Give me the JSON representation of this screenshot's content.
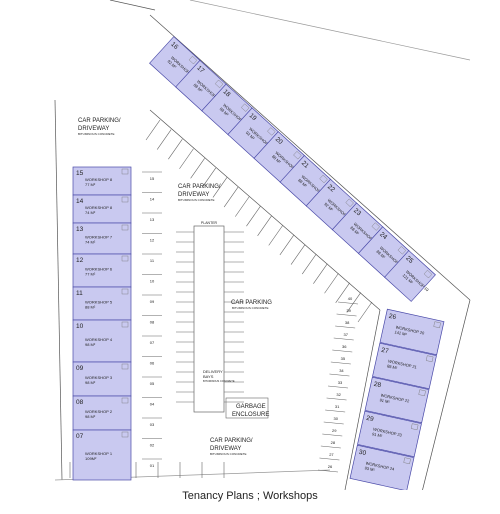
{
  "caption": "Tenancy Plans ; Workshops",
  "colors": {
    "unit_fill": "#c9c9f0",
    "unit_stroke": "#4a4aa8",
    "line": "#555555",
    "text": "#222222"
  },
  "zones": [
    {
      "id": "cp-left",
      "title": "CAR PARKING/",
      "title2": "DRIVEWAY",
      "sub": "BITUMINOUS CONCRETE"
    },
    {
      "id": "cp-mid",
      "title": "CAR PARKING/",
      "title2": "DRIVEWAY",
      "sub": "BITUMINOUS CONCRETE"
    },
    {
      "id": "cp-center",
      "title": "CAR PARKING",
      "title2": "",
      "sub": "BITUMINOUS CONCRETE"
    },
    {
      "id": "delivery",
      "title": "DELIVERY",
      "title2": "BAYS",
      "sub": "BITUMINOUS CONCRETE"
    },
    {
      "id": "garbage",
      "title": "GARBAGE",
      "title2": "ENCLOSURE",
      "sub": ""
    },
    {
      "id": "cp-bottom",
      "title": "CAR PARKING/",
      "title2": "DRIVEWAY",
      "sub": "BITUMINOUS CONCRETE"
    }
  ],
  "planter": "PLANTER",
  "units_left": [
    {
      "num": "15",
      "name": "WORKSHOP 8",
      "area": "77 M²"
    },
    {
      "num": "14",
      "name": "WORKSHOP 8",
      "area": "74 M²"
    },
    {
      "num": "13",
      "name": "WORKSHOP 7",
      "area": "74 M²"
    },
    {
      "num": "12",
      "name": "WORKSHOP 6",
      "area": "77 M²"
    },
    {
      "num": "11",
      "name": "WORKSHOP 5",
      "area": "88 M²"
    },
    {
      "num": "10",
      "name": "WORKSHOP 4",
      "area": "98 M²"
    },
    {
      "num": "09",
      "name": "WORKSHOP 3",
      "area": "98 M²"
    },
    {
      "num": "08",
      "name": "WORKSHOP 2",
      "area": "98 M²"
    },
    {
      "num": "07",
      "name": "WORKSHOP 1",
      "area": "109M²"
    }
  ],
  "units_top": [
    {
      "num": "16",
      "name": "WORKSHOP 10",
      "area": "92 M²"
    },
    {
      "num": "17",
      "name": "WORKSHOP 11",
      "area": "88 M²"
    },
    {
      "num": "18",
      "name": "WORKSHOP 12",
      "area": "88 M²"
    },
    {
      "num": "19",
      "name": "WORKSHOP 13",
      "area": "92 M²"
    },
    {
      "num": "20",
      "name": "WORKSHOP 14",
      "area": "88 M²"
    },
    {
      "num": "21",
      "name": "WORKSHOP 15",
      "area": "88 M²"
    },
    {
      "num": "22",
      "name": "WORKSHOP 16",
      "area": "92 M²"
    },
    {
      "num": "23",
      "name": "WORKSHOP 17",
      "area": "88 M²"
    },
    {
      "num": "24",
      "name": "WORKSHOP 18",
      "area": "88 M²"
    },
    {
      "num": "25",
      "name": "WORKSHOP 19",
      "area": "121 M²"
    }
  ],
  "units_right": [
    {
      "num": "26",
      "name": "WORKSHOP 20",
      "area": "141 M²"
    },
    {
      "num": "27",
      "name": "WORKSHOP 21",
      "area": "88 M²"
    },
    {
      "num": "28",
      "name": "WORKSHOP 22",
      "area": "91 M²"
    },
    {
      "num": "29",
      "name": "WORKSHOP 23",
      "area": "91 M²"
    },
    {
      "num": "30",
      "name": "WORKSHOP 24",
      "area": "93 M²"
    }
  ],
  "parking_left": [
    "15",
    "14",
    "13",
    "12",
    "11",
    "10",
    "09",
    "08",
    "07",
    "06",
    "05",
    "04",
    "03",
    "02",
    "01"
  ],
  "parking_right": [
    "40",
    "39",
    "38",
    "37",
    "36",
    "35",
    "34",
    "33",
    "32",
    "31",
    "30",
    "29",
    "28",
    "27",
    "26"
  ]
}
